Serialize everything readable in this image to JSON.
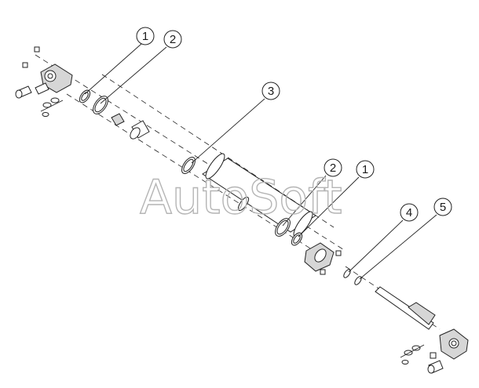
{
  "watermark": "AutoSoft",
  "callouts": [
    {
      "id": "c1-top",
      "label": "1"
    },
    {
      "id": "c2-top",
      "label": "2"
    },
    {
      "id": "c3",
      "label": "3"
    },
    {
      "id": "c2-bottom",
      "label": "2"
    },
    {
      "id": "c1-bottom",
      "label": "1"
    },
    {
      "id": "c4",
      "label": "4"
    },
    {
      "id": "c5",
      "label": "5"
    }
  ],
  "colors": {
    "line": "#222222",
    "shade": "#d6d6d6",
    "watermark": "#b5b5b5"
  }
}
